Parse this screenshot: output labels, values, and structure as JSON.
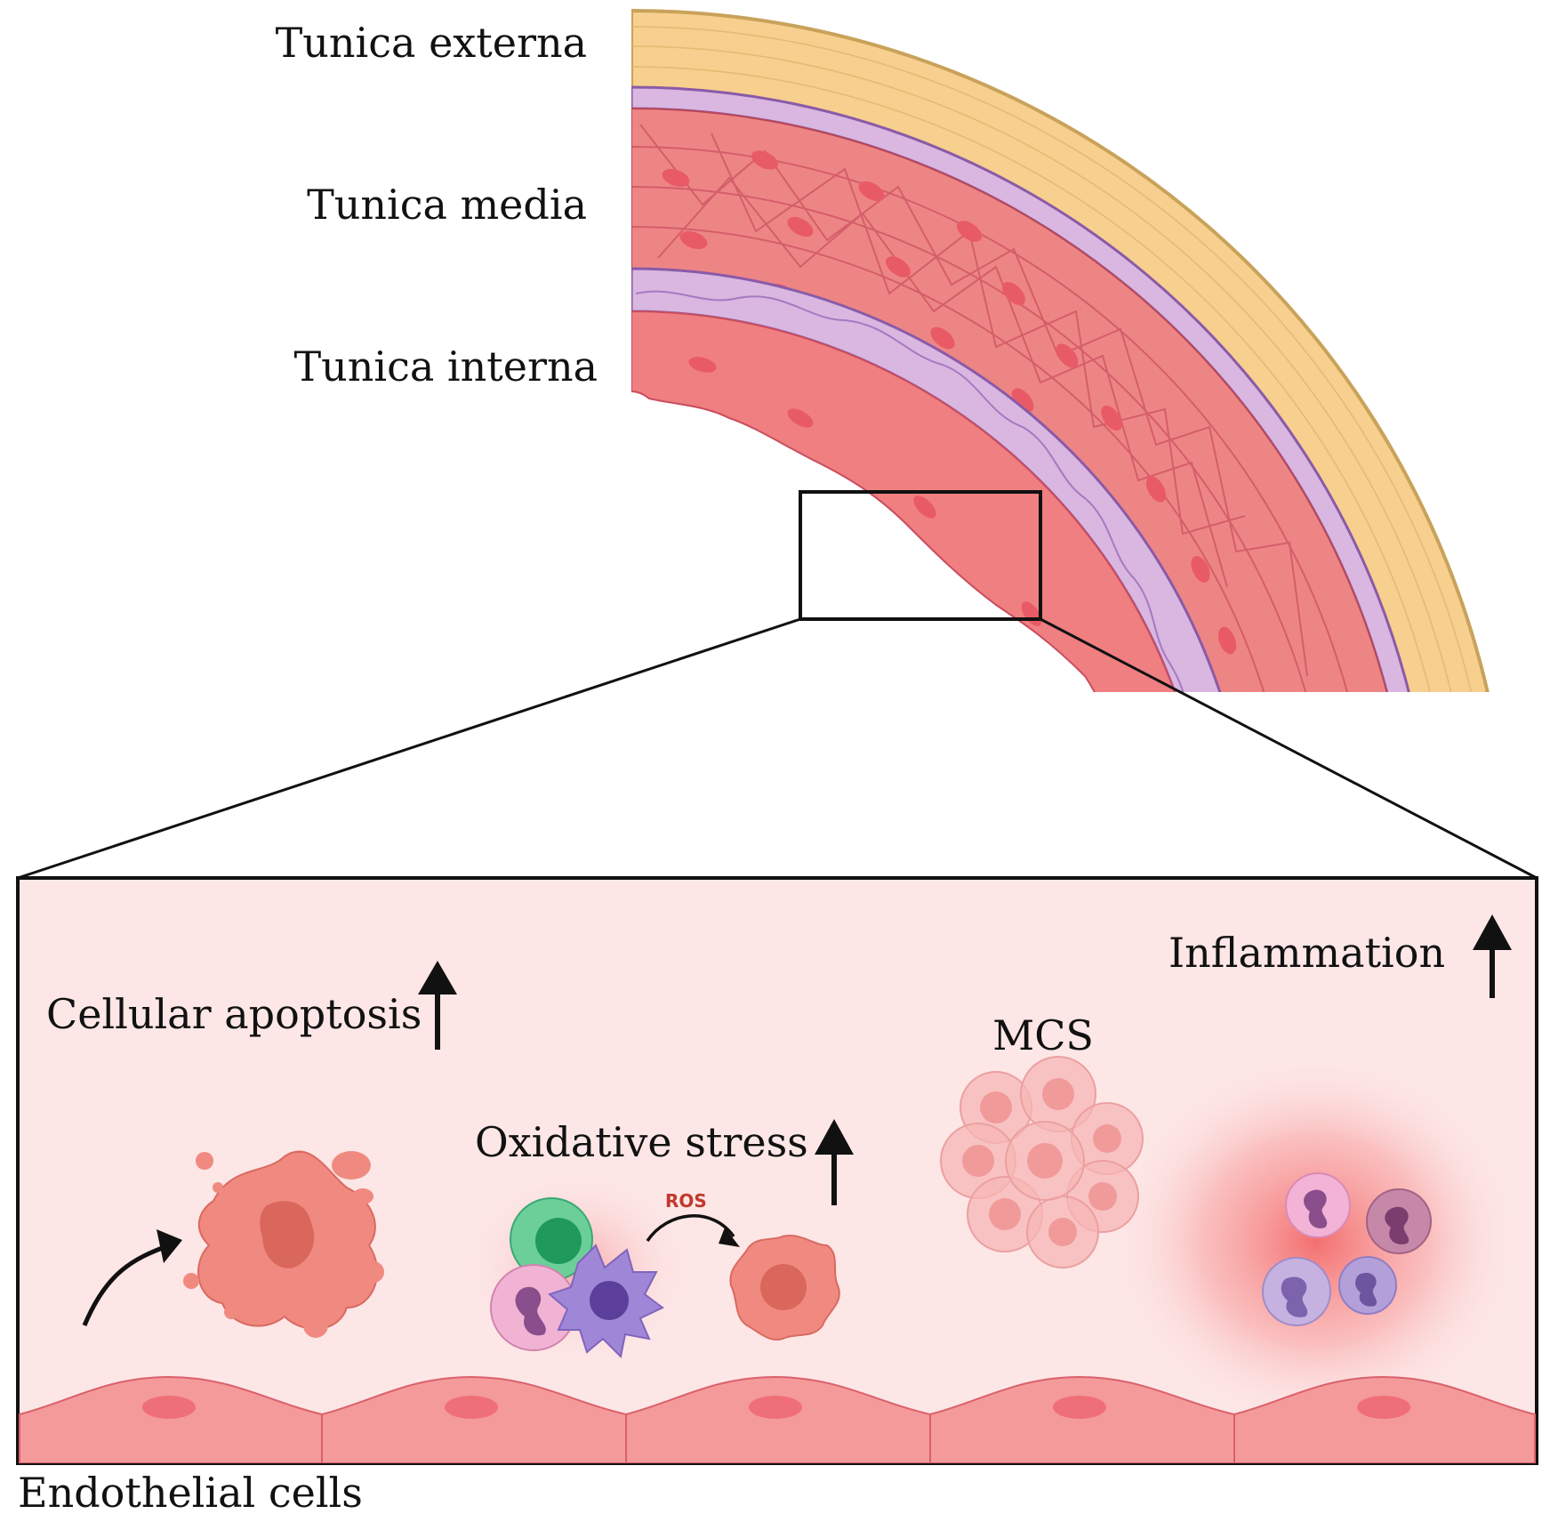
{
  "labels": {
    "tunica_externa": "Tunica externa",
    "tunica_media": "Tunica media",
    "tunica_interna": "Tunica interna",
    "cellular_apoptosis": "Cellular apoptosis",
    "oxidative_stress": "Oxidative stress",
    "ros": "ROS",
    "mcs": "MCS",
    "inflammation": "Inflammation",
    "endothelial_cells": "Endothelial cells"
  },
  "colors": {
    "externa": "#f7cf8e",
    "externa_edge": "#c9a25a",
    "elastic": "#d9b7e0",
    "elastic_edge": "#8a5aa8",
    "media": "#ee8585",
    "media_line": "#c94d5e",
    "nucleus": "#e85b66",
    "zoom_bg": "#fde6e6",
    "endothelium": "#f49a9a",
    "ros_text": "#c0392b"
  }
}
